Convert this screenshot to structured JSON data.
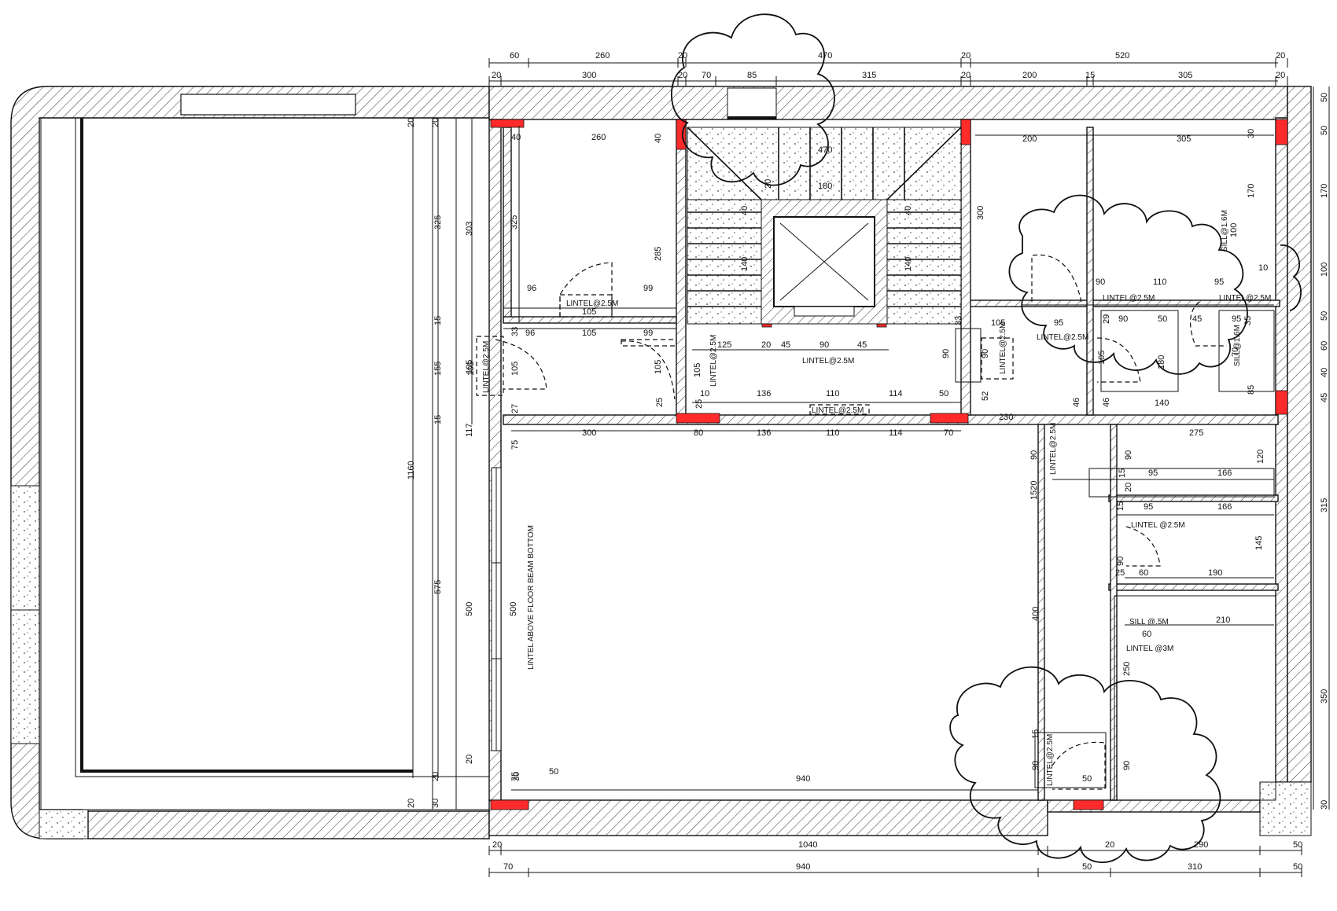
{
  "top_dims_row1": [
    "60",
    "260",
    "20",
    "470",
    "20",
    "520",
    "20"
  ],
  "top_dims_row2": [
    "20",
    "300",
    "20",
    "70",
    "85",
    "315",
    "20",
    "200",
    "15",
    "305",
    "20"
  ],
  "bottom_dims_row1": [
    "20",
    "1040",
    "20",
    "290",
    "50"
  ],
  "bottom_dims_row2": [
    "70",
    "940",
    "50",
    "310",
    "50"
  ],
  "right_dims": [
    "50",
    "50",
    "170",
    "100",
    "50",
    "60",
    "40",
    "45",
    "315",
    "350",
    "30"
  ],
  "left_dims": [
    "20",
    "20",
    "325",
    "303",
    "325",
    "15",
    "155",
    "105",
    "15",
    "117",
    "1160",
    "575",
    "500",
    "500",
    "20",
    "20",
    "30",
    "20",
    "30"
  ],
  "room_dims": {
    "d260": "260",
    "d200": "200",
    "d305": "305",
    "d40a": "40",
    "d40b": "40",
    "d30": "30",
    "d285": "285",
    "d96a": "96",
    "d105a": "105",
    "d99a": "99",
    "d96b": "96",
    "d105b": "105",
    "d99b": "99",
    "d33": "33",
    "d27": "27",
    "d105c": "105",
    "d105d": "105",
    "d105e": "105",
    "d105f": "105",
    "d25a": "25",
    "d25b": "25",
    "d125": "125",
    "d20a": "20",
    "d45a": "45",
    "d90a": "90",
    "d45b": "45",
    "d470": "470",
    "d180": "180",
    "d140a": "140",
    "d140b": "140",
    "d40c": "40",
    "d40d": "40",
    "d20b": "20",
    "d300": "300",
    "d10a": "10",
    "d136a": "136",
    "d110a": "110",
    "d114a": "114",
    "d50a": "50",
    "d300b": "300",
    "d80": "80",
    "d136b": "136",
    "d110b": "110",
    "d114b": "114",
    "d70": "70",
    "d230": "230",
    "d275": "275",
    "d75a": "75",
    "d75b": "75",
    "d90b": "90",
    "d110c": "110",
    "d95a": "95",
    "d90c": "90",
    "d50b": "50",
    "d45c": "45",
    "d95b": "95",
    "d33b": "33",
    "d105g": "105",
    "d95c": "95",
    "d29": "29",
    "d105h": "105",
    "d180b": "180",
    "d140c": "140",
    "d46a": "46",
    "d46b": "46",
    "d85": "85",
    "d52": "52",
    "d90d": "90",
    "d90e": "90",
    "d170": "170",
    "d100": "100",
    "d10b": "10",
    "d35": "35",
    "d70b": "70",
    "d90f": "90",
    "d90g": "90",
    "d15a": "15",
    "d95d": "95",
    "d166a": "166",
    "d120": "120",
    "d1520": "1520",
    "d20c": "20",
    "d95e": "95",
    "d166b": "166",
    "d15b": "15",
    "d90h": "90",
    "d145": "145",
    "d25c": "25",
    "d60a": "60",
    "d190": "190",
    "d400": "400",
    "d210": "210",
    "d60b": "60",
    "d250": "250",
    "d940": "940",
    "d50c": "50",
    "d50d": "50",
    "d15c": "15",
    "d90i": "90",
    "d90j": "90"
  },
  "labels": {
    "lintel1": "LINTEL@2.5M",
    "lintel2": "LINTEL@2.5M",
    "lintel3": "LINTEL@2.5M",
    "lintel4": "LINTEL@2.5M",
    "lintel5": "LINTEL@2.5M",
    "lintel6": "LINTEL@2.5M",
    "lintel7": "LINTEL@2.5M",
    "lintel8": "LINTEL@2.5M",
    "lintel9": "LINTEL@2.5M",
    "lintel10": "LINTEL@2.5M",
    "lintel11": "LINTEL @3M",
    "lintel12": "LINTEL@2.5M",
    "lintel13": "LINTEL @2.5M",
    "sill1": "SILL@1.6M",
    "sill2": "SILL@1.6M",
    "sill3": "SILL @.5M",
    "beam": "LINTEL ABOVE FLOOR BEAM BOTTOM"
  },
  "colors": {
    "column": "#ff2b2b",
    "line": "#111111",
    "background": "#ffffff"
  }
}
